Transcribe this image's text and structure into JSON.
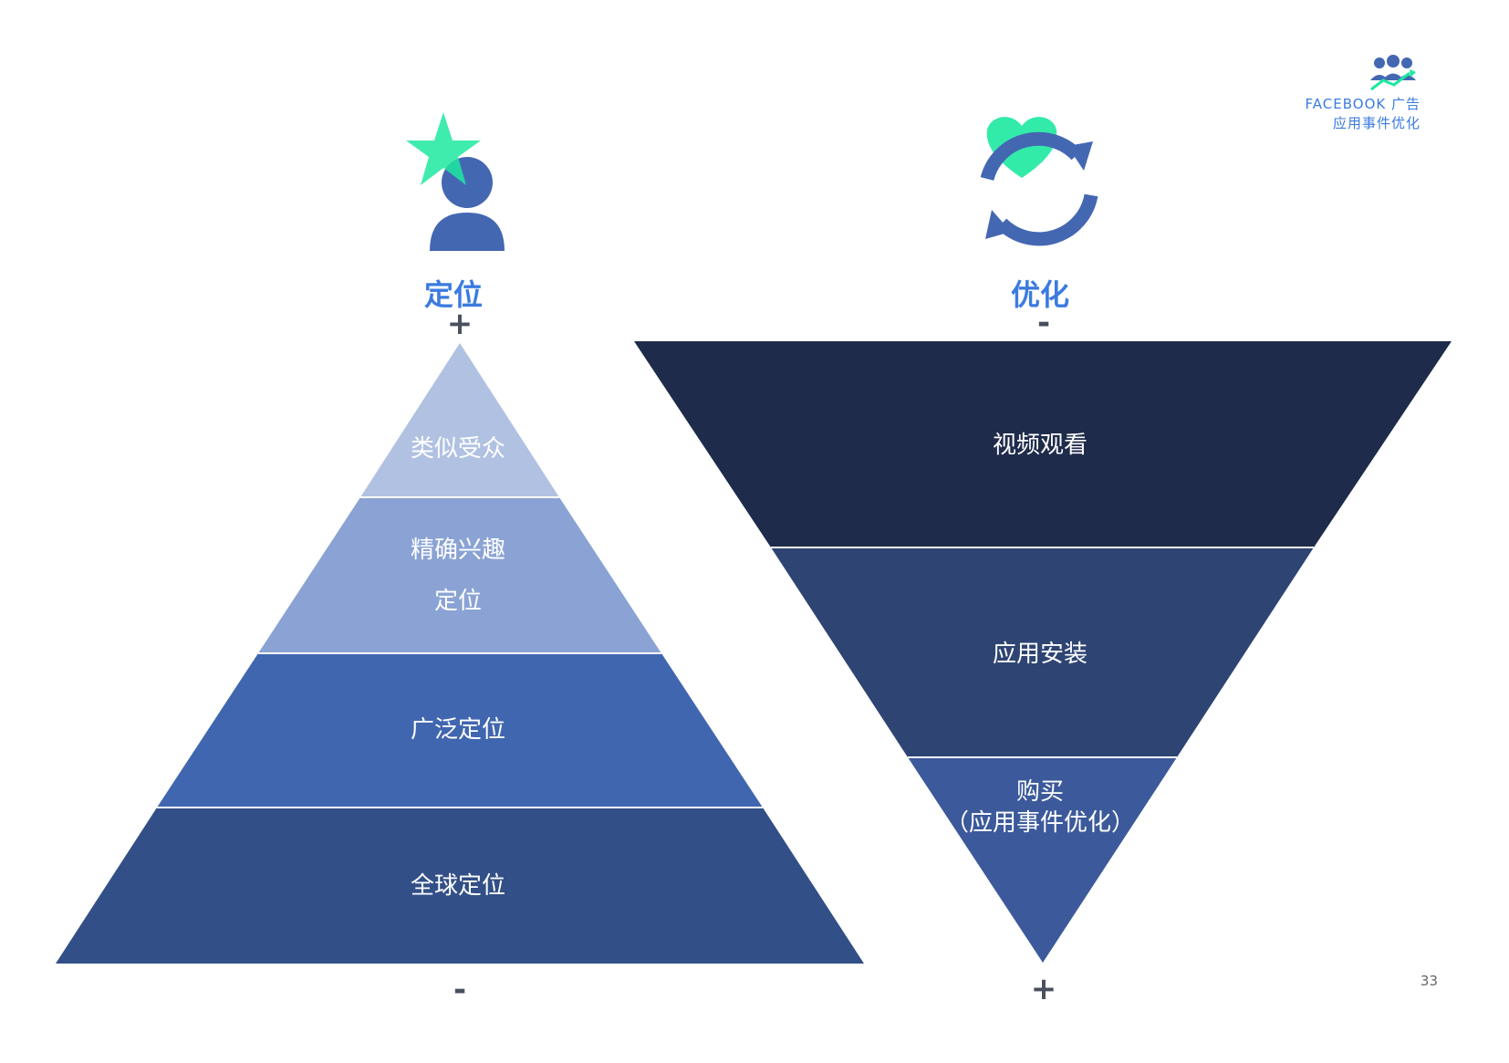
{
  "brand": {
    "line1": "FACEBOOK 广告",
    "line2": "应用事件优化",
    "icon": "team-growth-icon"
  },
  "colors": {
    "accent_blue": "#3b7be0",
    "accent_green": "#1de9a0",
    "sign_gray": "#4a4f5e",
    "icon_blue": "#4467b2"
  },
  "left": {
    "title": "定位",
    "icon": "person-star-icon",
    "top_sign": "+",
    "bottom_sign": "-",
    "layers": [
      {
        "lines": [
          "类似受众"
        ],
        "color": "#b0c1e2"
      },
      {
        "lines": [
          "精确兴趣",
          "定位"
        ],
        "color": "#8aa3d4"
      },
      {
        "lines": [
          "广泛定位"
        ],
        "color": "#4066b0"
      },
      {
        "lines": [
          "全球定位"
        ],
        "color": "#324f87"
      }
    ]
  },
  "right": {
    "title": "优化",
    "icon": "heart-refresh-icon",
    "top_sign": "-",
    "bottom_sign": "+",
    "layers": [
      {
        "lines": [
          "视频观看"
        ],
        "color": "#1f2b4b"
      },
      {
        "lines": [
          "应用安装"
        ],
        "color": "#2e4473"
      },
      {
        "lines": [
          "购买",
          "（应用事件优化）"
        ],
        "color": "#3c5a9b"
      }
    ]
  },
  "page_number": "33"
}
